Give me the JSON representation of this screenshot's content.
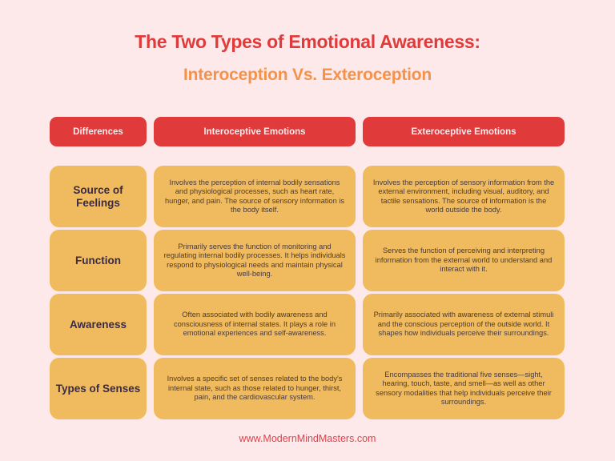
{
  "title": "The Two Types of Emotional Awareness:",
  "subtitle": "Interoception Vs. Exteroception",
  "headers": [
    "Differences",
    "Interoceptive Emotions",
    "Exteroceptive Emotions"
  ],
  "rows": [
    {
      "label": "Source of Feelings",
      "interoceptive": "Involves the perception of internal bodily sensations and physiological processes, such as heart rate, hunger, and pain. The source of sensory information is the body itself.",
      "exteroceptive": "Involves the perception of sensory information from the external environment, including visual, auditory, and tactile sensations. The source of information is the world outside the body."
    },
    {
      "label": "Function",
      "interoceptive": "Primarily serves the function of monitoring and regulating internal bodily processes. It helps individuals respond to physiological needs and maintain physical well-being.",
      "exteroceptive": "Serves the function of perceiving and interpreting information from the external world to understand and interact with it."
    },
    {
      "label": "Awareness",
      "interoceptive": "Often associated with bodily awareness and consciousness of internal states. It plays a role in emotional experiences and self-awareness.",
      "exteroceptive": "Primarily associated with awareness of external stimuli and the conscious perception of the outside world. It shapes how individuals perceive their surroundings."
    },
    {
      "label": "Types of Senses",
      "interoceptive": "Involves a specific set of senses related to the body's internal state, such as those related to hunger, thirst, pain, and the cardiovascular system.",
      "exteroceptive": "Encompasses the traditional five senses—sight, hearing, touch, taste, and smell—as well as other sensory modalities that help individuals perceive their surroundings."
    }
  ],
  "footer": "www.ModernMindMasters.com",
  "colors": {
    "background": "#fde9ea",
    "title": "#e03a3a",
    "subtitle": "#f5924a",
    "header_fill": "#e03a3a",
    "cell_fill": "#efbb5e",
    "label_text": "#3a2a4a"
  }
}
